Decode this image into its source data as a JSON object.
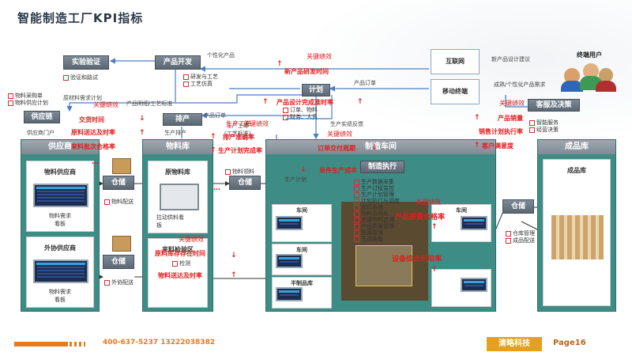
{
  "title": "智能制造工厂KPI指标",
  "footer": {
    "phone": "400-637-5237  13222038382",
    "page": "Page16",
    "logo_text": "清略科技"
  },
  "boxes": {
    "lab": "实验验证",
    "product_dev": "产品开发",
    "internet": "互联网",
    "mobile": "移动终端",
    "plan": "计划",
    "supply_chain": "供应链",
    "scheduling": "排产",
    "service": "客服及决策",
    "exec": "制造执行",
    "warehouse1": "仓储",
    "warehouse2": "仓储",
    "warehouse3": "仓储",
    "warehouse4": "仓储",
    "user": "终端用户"
  },
  "panels": {
    "supplier": "供应商",
    "material": "物料库",
    "workshop": "制造车间",
    "finished": "成品库"
  },
  "inner": {
    "supplier_a": "物料供应商",
    "supplier_b": "外协供应商",
    "board_a": "物料需求\n看板",
    "board_b": "物料需求\n看板",
    "raw_store": "原物料库",
    "pull_board": "拉动供料看\n板",
    "incoming": "来料检验区",
    "finished_store": "成品库",
    "ws1": "车间",
    "ws2": "车间",
    "ws3": "车间",
    "semi": "半制品库"
  },
  "bullets": {
    "lab": [
      "验证和路试"
    ],
    "product_dev": [
      "研发与工艺",
      "工艺仿真"
    ],
    "supply": [
      "物料采购单",
      "物料供应计划"
    ],
    "plan": [
      "订单、物料",
      "财务、人员"
    ],
    "service": [
      "智能服务",
      "经营决策"
    ],
    "mat_in": [
      "物料配送"
    ],
    "mat_out": [
      "外协配送"
    ],
    "check": [
      "检测"
    ],
    "pick": [
      "物料领料"
    ],
    "finished": [
      "仓库管理",
      "成品配送"
    ],
    "exec": [
      "生产数据采集",
      "生产过程监控",
      "生产计划管理",
      "计划执行与调度",
      "安灯系统",
      "物料条码化",
      "关键物料追溯",
      "产品质量管理",
      "能源管理",
      "先进装备"
    ]
  },
  "labels": {
    "personalized": "个性化产品",
    "new_demand": "新产品设计建议",
    "custom_demand": "成熟/个性化产品需求",
    "product_order": "产品订单",
    "product_order2": "产品订单",
    "raw_demand": "原材料需求计划",
    "bom": "产品明细/工艺标准",
    "supplier_portal": "供应商门户",
    "prod_order": "生产排产",
    "prod_plan": "生产计划",
    "feedback": "生产实绩反馈",
    "work_plan": "生产工单\n(工艺标准)"
  },
  "kpi": {
    "k1": "关键绩效",
    "k2": "新产品研发时间",
    "k3": "关键绩效",
    "k4": "交货时间",
    "k5": "原料送达及时率",
    "k6": "来料批次合格率",
    "k7": "产品设计完成准时率",
    "k8": "生产工单",
    "k9": "关键绩效",
    "k10": "排产准确率",
    "k11": "生产计划完成率",
    "k12": "关键绩效",
    "k13": "订单交付周期",
    "k14": "单件生产成本",
    "k15": "关键绩效",
    "k16": "产品销量",
    "k17": "销售计划执行率",
    "k18": "客户满意度",
    "k19": "关键绩效",
    "k20": "产品质量合格率",
    "k21": "设备综合利用率",
    "k22": "关键绩效",
    "k23": "原料库存存在时间",
    "k24": "物料送达及时率"
  },
  "dots": "…"
}
